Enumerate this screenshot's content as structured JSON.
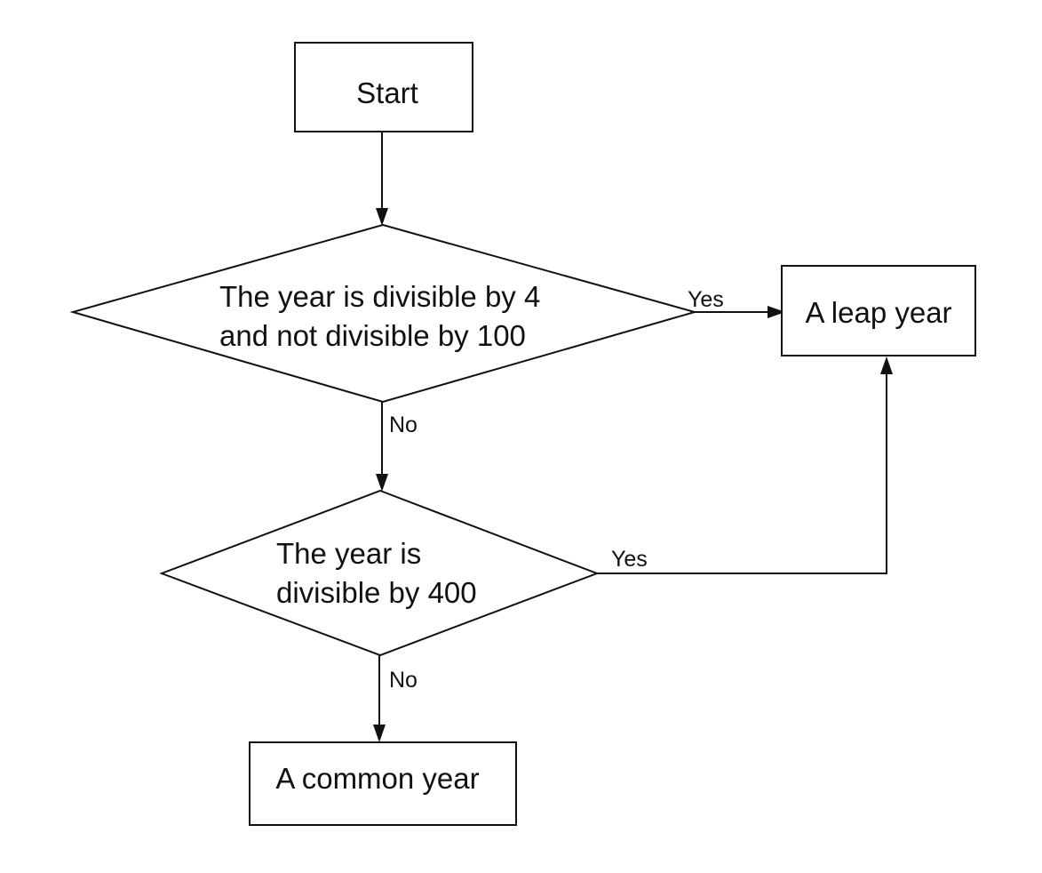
{
  "nodes": {
    "start": {
      "label": "Start"
    },
    "decision_4_100": {
      "lines": [
        "The year is divisible by 4",
        "and not divisible by 100"
      ]
    },
    "decision_400": {
      "lines": [
        "The year is",
        "divisible by 400"
      ]
    },
    "leap_year": {
      "label": "A leap year"
    },
    "common_year": {
      "label": "A common year"
    }
  },
  "edges": {
    "decision1_yes": "Yes",
    "decision1_no": "No",
    "decision2_yes": "Yes",
    "decision2_no": "No"
  }
}
